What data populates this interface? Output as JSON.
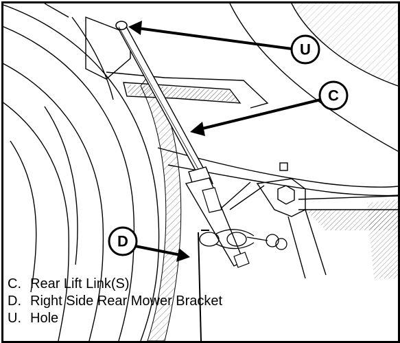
{
  "callouts": {
    "u": "U",
    "c": "C",
    "d": "D"
  },
  "legend": [
    {
      "letter": "C.",
      "text": "Rear Lift Link(S)"
    },
    {
      "letter": "D.",
      "text": "Right Side Rear Mower Bracket"
    },
    {
      "letter": "U.",
      "text": "Hole"
    }
  ]
}
